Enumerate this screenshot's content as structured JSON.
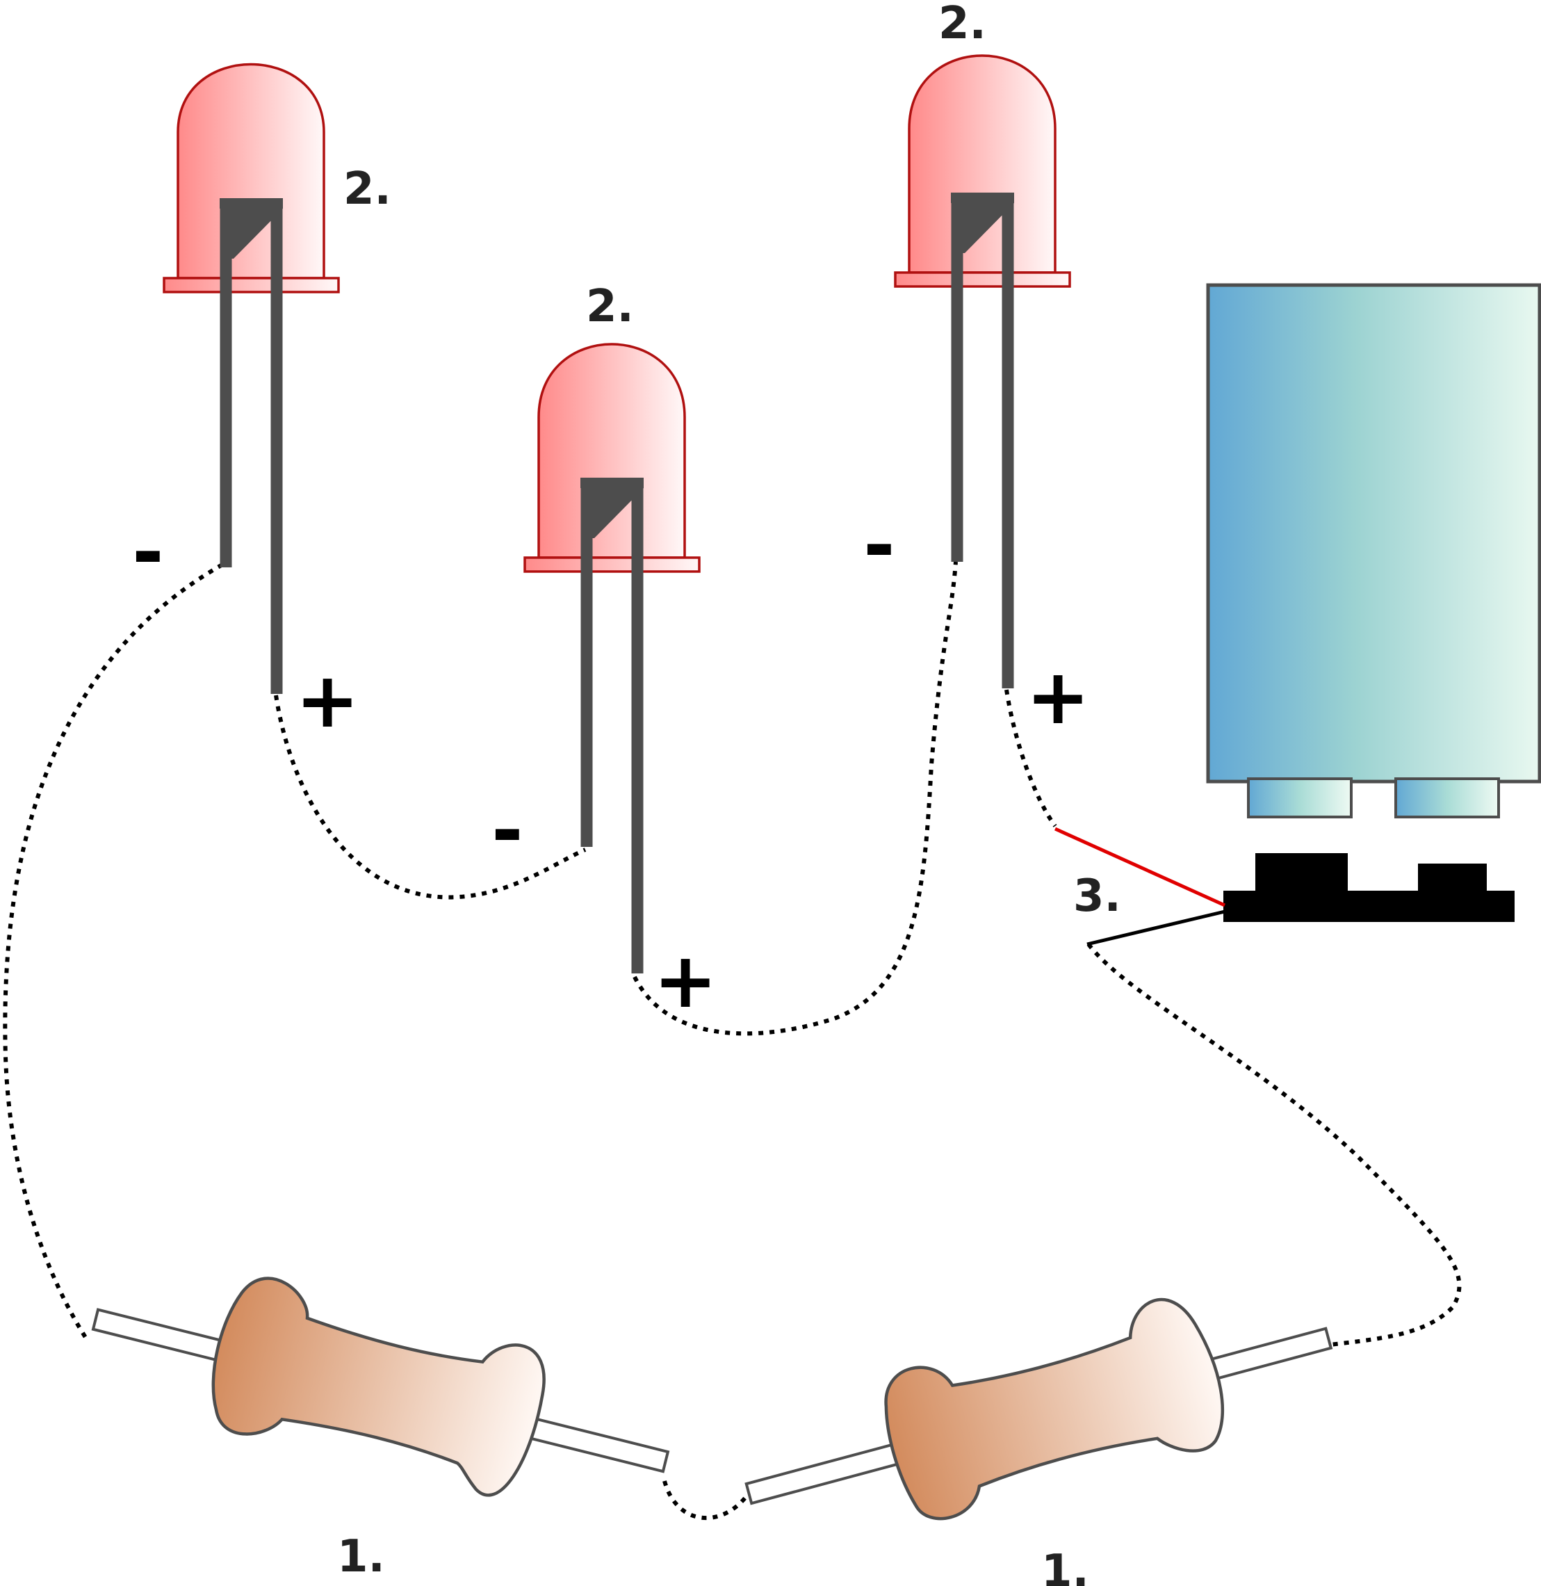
{
  "colors": {
    "led_red": "#ff8080",
    "led_outline": "#b01010",
    "leg_gray": "#4d4d4d",
    "resistor_brown": "#d38b5d",
    "battery_blue": "#62a8d4",
    "battery_mint": "#e4f6ee",
    "switch_black": "#000000",
    "switch_wire_red": "#e00000"
  },
  "leds": [
    {
      "label": "2.",
      "minus": "-",
      "plus": "+"
    },
    {
      "label": "2.",
      "minus": "-",
      "plus": "+"
    },
    {
      "label": "2.",
      "minus": "-",
      "plus": "+"
    }
  ],
  "resistors": [
    {
      "label": "1."
    },
    {
      "label": "1."
    }
  ],
  "switch": {
    "label": "3."
  },
  "battery": {
    "icon": "battery-icon"
  }
}
